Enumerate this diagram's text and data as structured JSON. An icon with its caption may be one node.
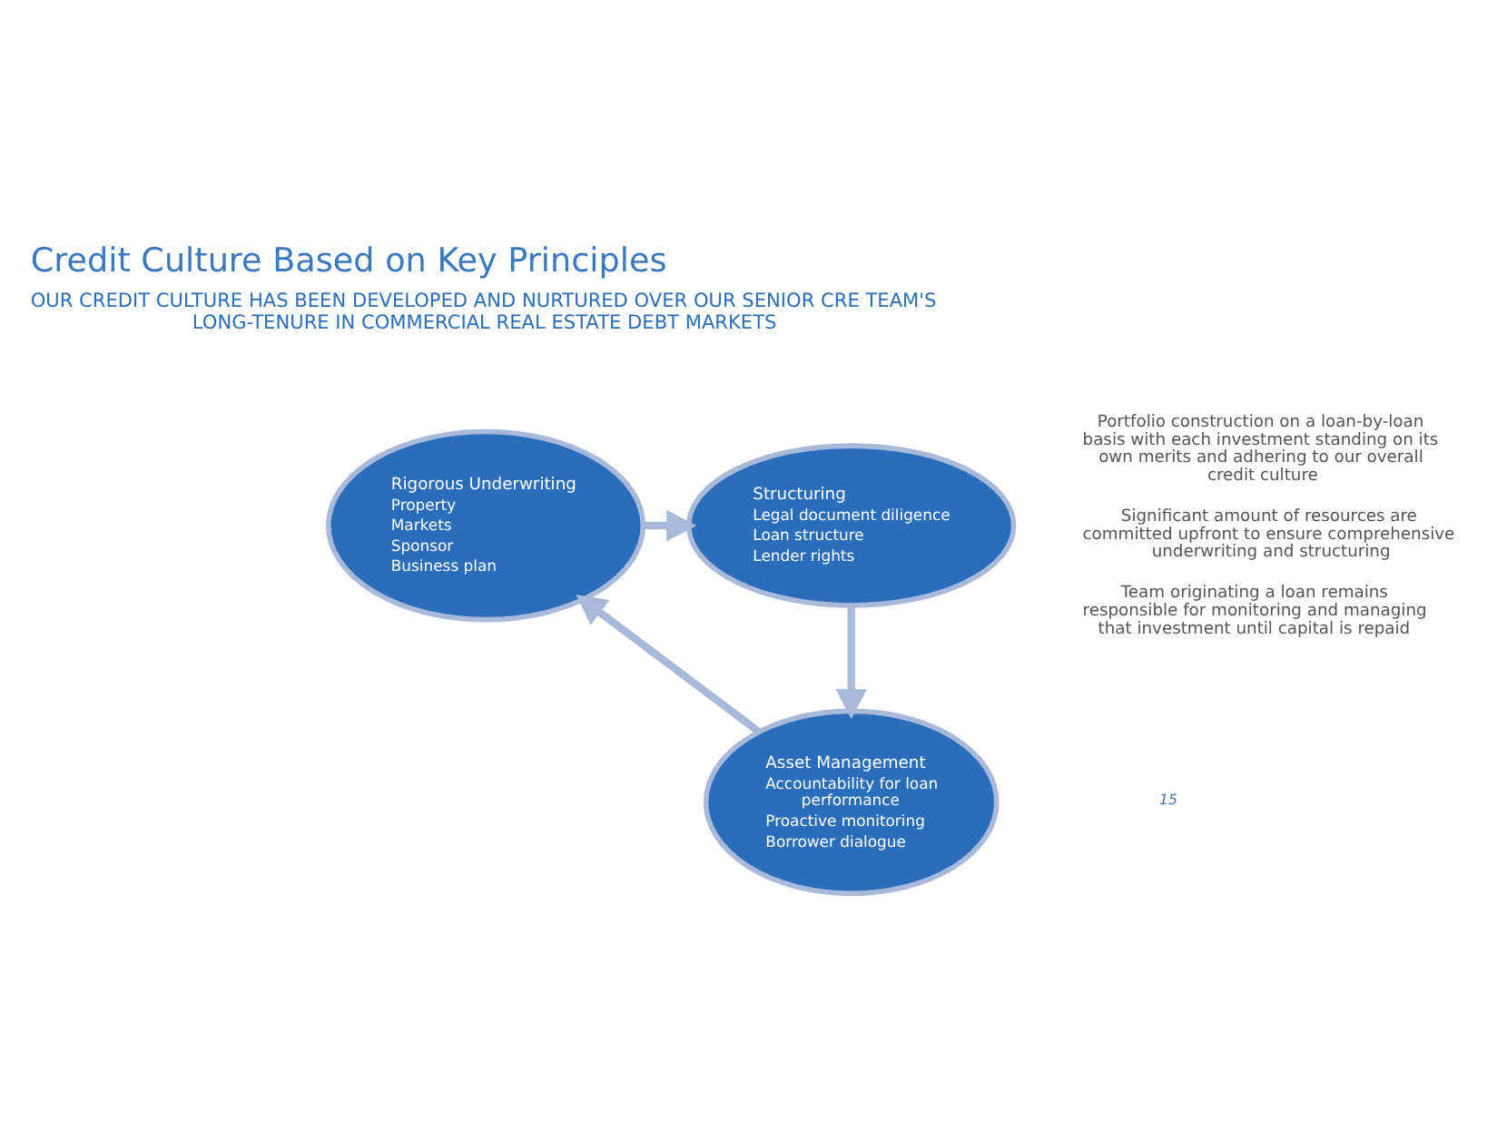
{
  "diagram": {
    "title": "Credit Culture Based on Key Principles",
    "nodes": [
      {
        "text": [
          "Rigorous Underwriting",
          "Property",
          "Markets",
          "Sponsor",
          "Business plan"
        ]
      },
      {
        "text": [
          "Structuring",
          "Legal document diligence",
          "Loan structure",
          "Lender rights"
        ]
      },
      {
        "text": [
          "Asset Management",
          "Accountability for loan performance",
          "Proactive monitoring",
          "Borrower dialogue"
        ]
      }
    ],
    "edges": [
      {
        "from": 0,
        "to": 1,
        "arrow": "to"
      },
      {
        "from": 1,
        "to": 2,
        "arrow": "to"
      },
      {
        "from": 2,
        "to": 0,
        "arrow": "to"
      }
    ],
    "labels": [
      "OUR CREDIT CULTURE HAS BEEN DEVELOPED AND NURTURED OVER OUR SENIOR CRE TEAM'S LONG-TENURE IN COMMERCIAL REAL ESTATE DEBT MARKETS",
      "Portfolio construction on a loan-by-loan basis with each investment standing on its own merits and adhering to our overall credit culture",
      "Significant amount of resources are committed upfront to ensure comprehensive underwriting and structuring",
      "Team originating a loan remains responsible for monitoring and managing that investment until capital is repaid",
      "15"
    ]
  }
}
